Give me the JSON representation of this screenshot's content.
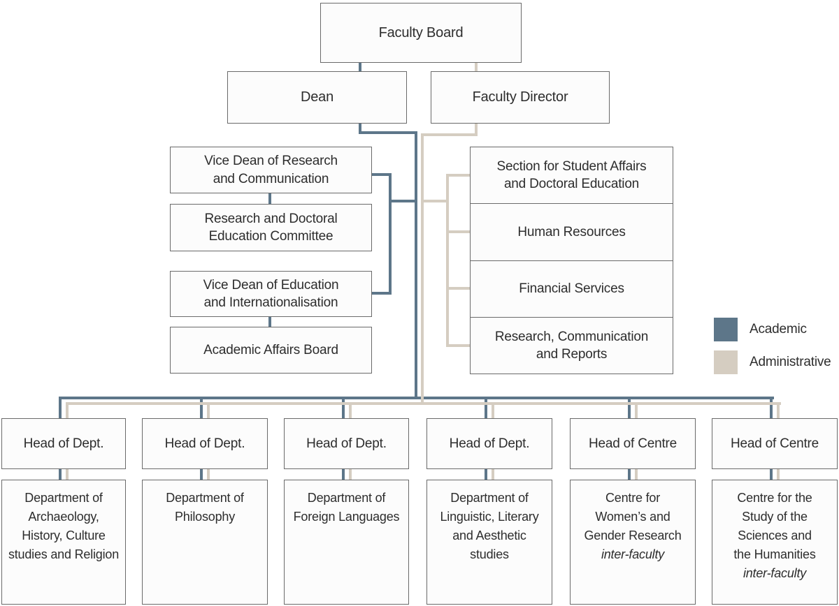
{
  "palette": {
    "academic": "#5d7689",
    "administrative": "#d5cdc1",
    "box_border": "#6a6a6a",
    "box_fill": "#fcfcfc",
    "text": "#2d2d2d"
  },
  "top": {
    "faculty_board": "Faculty Board",
    "dean": "Dean",
    "faculty_director": "Faculty Director"
  },
  "academic_branch": {
    "boxes": [
      {
        "label": "Vice Dean of Research\nand Communication"
      },
      {
        "label": "Research and Doctoral\nEducation Committee"
      },
      {
        "label": "Vice Dean of Education\nand Internationalisation"
      },
      {
        "label": "Academic Affairs Board"
      }
    ]
  },
  "administrative_branch": {
    "boxes": [
      {
        "label": "Section for Student Affairs\nand Doctoral Education"
      },
      {
        "label": "Human Resources"
      },
      {
        "label": "Financial Services"
      },
      {
        "label": "Research, Communication\nand Reports"
      }
    ]
  },
  "legend": {
    "academic_label": "Academic",
    "administrative_label": "Administrative"
  },
  "bottom_row": [
    {
      "head": "Head of Dept.",
      "unit": "Department of\nArchaeology,\nHistory, Culture\nstudies and Religion",
      "note": ""
    },
    {
      "head": "Head of Dept.",
      "unit": "Department of\nPhilosophy",
      "note": ""
    },
    {
      "head": "Head of Dept.",
      "unit": "Department of\nForeign Languages",
      "note": ""
    },
    {
      "head": "Head of Dept.",
      "unit": "Department of\nLinguistic, Literary\nand Aesthetic\nstudies",
      "note": ""
    },
    {
      "head": "Head of Centre",
      "unit": "Centre for\nWomen’s and\nGender Research",
      "note": "inter-faculty"
    },
    {
      "head": "Head of Centre",
      "unit": "Centre for the\nStudy of the\nSciences and\nthe Humanities",
      "note": "inter-faculty"
    }
  ]
}
